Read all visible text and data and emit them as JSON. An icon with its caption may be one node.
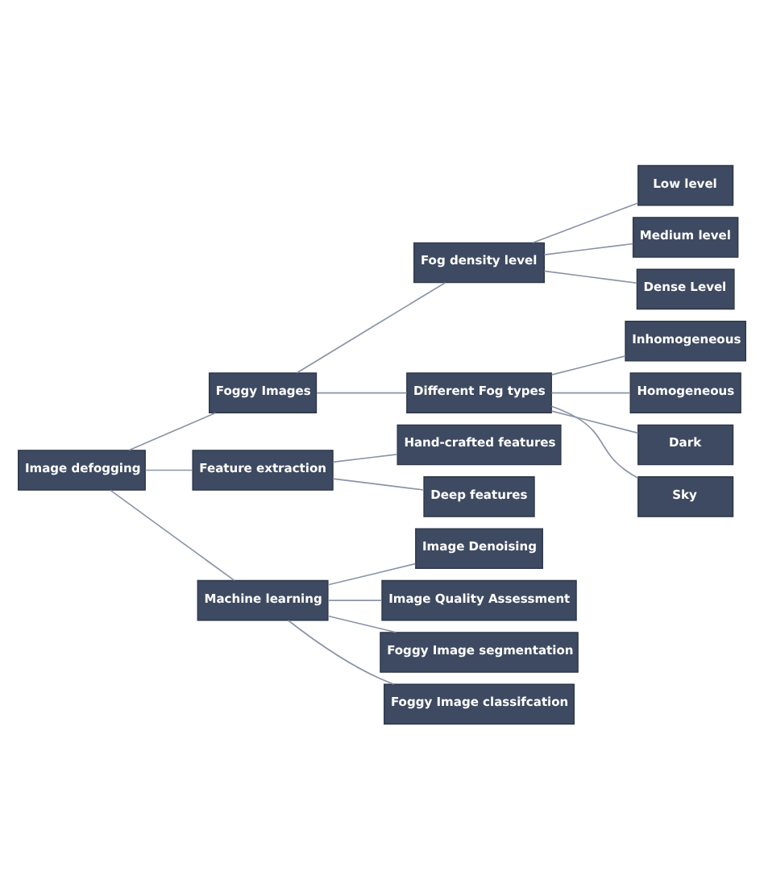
{
  "diagram": {
    "nodes": [
      {
        "text": [
          "Image defogging"
        ]
      },
      {
        "text": [
          "Foggy Images"
        ]
      },
      {
        "text": [
          "Feature extraction"
        ]
      },
      {
        "text": [
          "Machine learning"
        ]
      },
      {
        "text": [
          "Fog density level"
        ]
      },
      {
        "text": [
          "Different Fog types"
        ]
      },
      {
        "text": [
          "Hand-crafted features"
        ]
      },
      {
        "text": [
          "Deep features"
        ]
      },
      {
        "text": [
          "Image Denoising"
        ]
      },
      {
        "text": [
          "Image Quality Assessment"
        ]
      },
      {
        "text": [
          "Foggy Image segmentation"
        ]
      },
      {
        "text": [
          "Foggy Image classifcation"
        ]
      },
      {
        "text": [
          "Low level"
        ]
      },
      {
        "text": [
          "Medium level"
        ]
      },
      {
        "text": [
          "Dense Level"
        ]
      },
      {
        "text": [
          "Inhomogeneous"
        ]
      },
      {
        "text": [
          "Homogeneous"
        ]
      },
      {
        "text": [
          "Dark"
        ]
      },
      {
        "text": [
          "Sky"
        ]
      }
    ],
    "edges": [
      {
        "from": 0,
        "to": 1,
        "arrow": "none"
      },
      {
        "from": 0,
        "to": 2,
        "arrow": "none"
      },
      {
        "from": 0,
        "to": 3,
        "arrow": "none"
      },
      {
        "from": 1,
        "to": 4,
        "arrow": "none"
      },
      {
        "from": 1,
        "to": 5,
        "arrow": "none"
      },
      {
        "from": 2,
        "to": 6,
        "arrow": "none"
      },
      {
        "from": 2,
        "to": 7,
        "arrow": "none"
      },
      {
        "from": 3,
        "to": 8,
        "arrow": "none"
      },
      {
        "from": 3,
        "to": 9,
        "arrow": "none"
      },
      {
        "from": 3,
        "to": 10,
        "arrow": "none"
      },
      {
        "from": 3,
        "to": 11,
        "arrow": "none"
      },
      {
        "from": 4,
        "to": 12,
        "arrow": "none"
      },
      {
        "from": 4,
        "to": 13,
        "arrow": "none"
      },
      {
        "from": 4,
        "to": 14,
        "arrow": "none"
      },
      {
        "from": 5,
        "to": 15,
        "arrow": "none"
      },
      {
        "from": 5,
        "to": 16,
        "arrow": "none"
      },
      {
        "from": 5,
        "to": 17,
        "arrow": "none"
      },
      {
        "from": 5,
        "to": 18,
        "arrow": "none"
      }
    ]
  }
}
